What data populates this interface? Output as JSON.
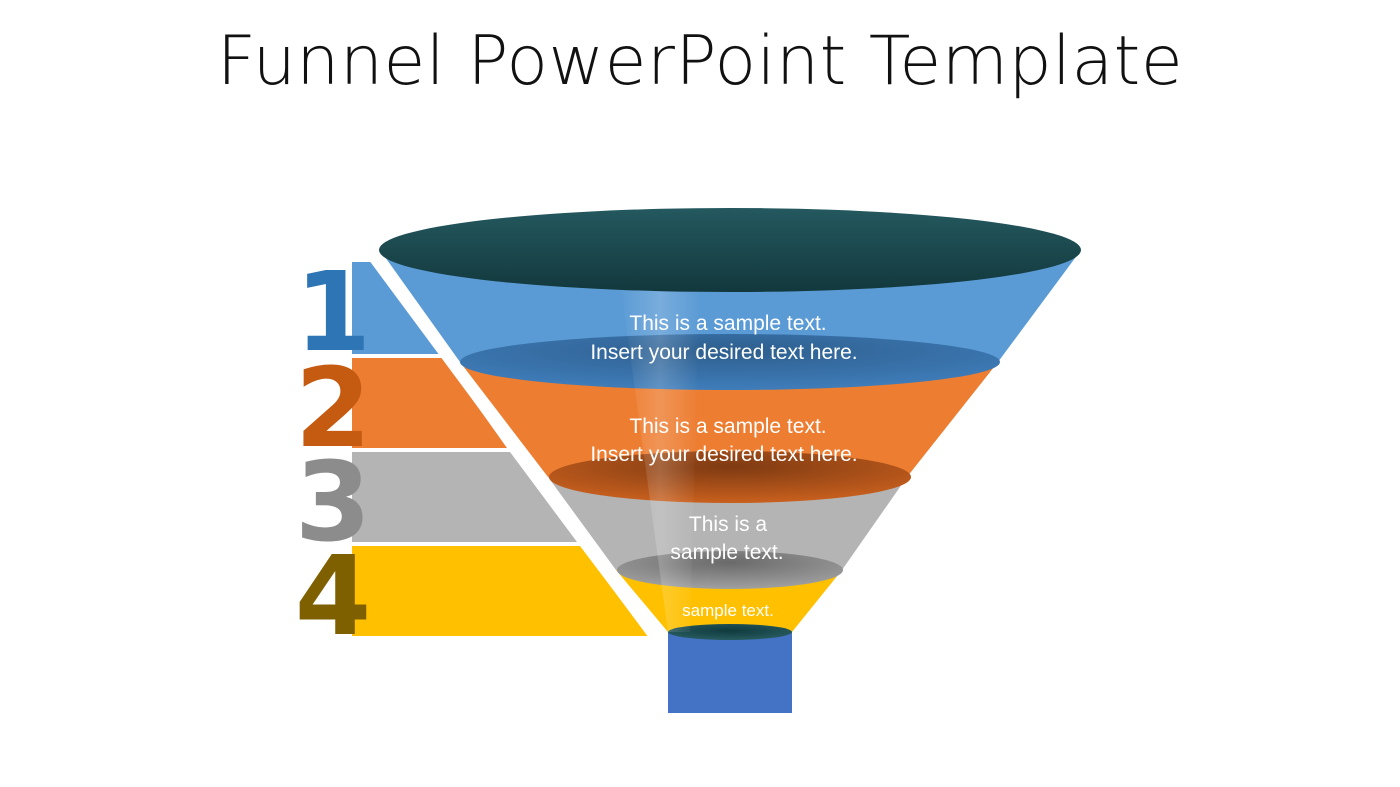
{
  "title": "Funnel PowerPoint Template",
  "stages": [
    {
      "number": "1",
      "line1": "This is a sample text.",
      "line2": "Insert your desired text here.",
      "color": "#5B9BD5",
      "number_color": "#2E75B6"
    },
    {
      "number": "2",
      "line1": "This is a sample text.",
      "line2": "Insert your desired text here.",
      "color": "#ED7D31",
      "number_color": "#C55A11"
    },
    {
      "number": "3",
      "line1": "This is a",
      "line2": "sample text.",
      "color": "#B4B4B4",
      "number_color": "#8C8C8C"
    },
    {
      "number": "4",
      "line1": "sample text.",
      "line2": "",
      "color": "#FFC000",
      "number_color": "#7F6000"
    }
  ],
  "colors": {
    "funnel_top": "#1C4E56",
    "spout": "#4472C4",
    "background": "#FFFFFF"
  }
}
